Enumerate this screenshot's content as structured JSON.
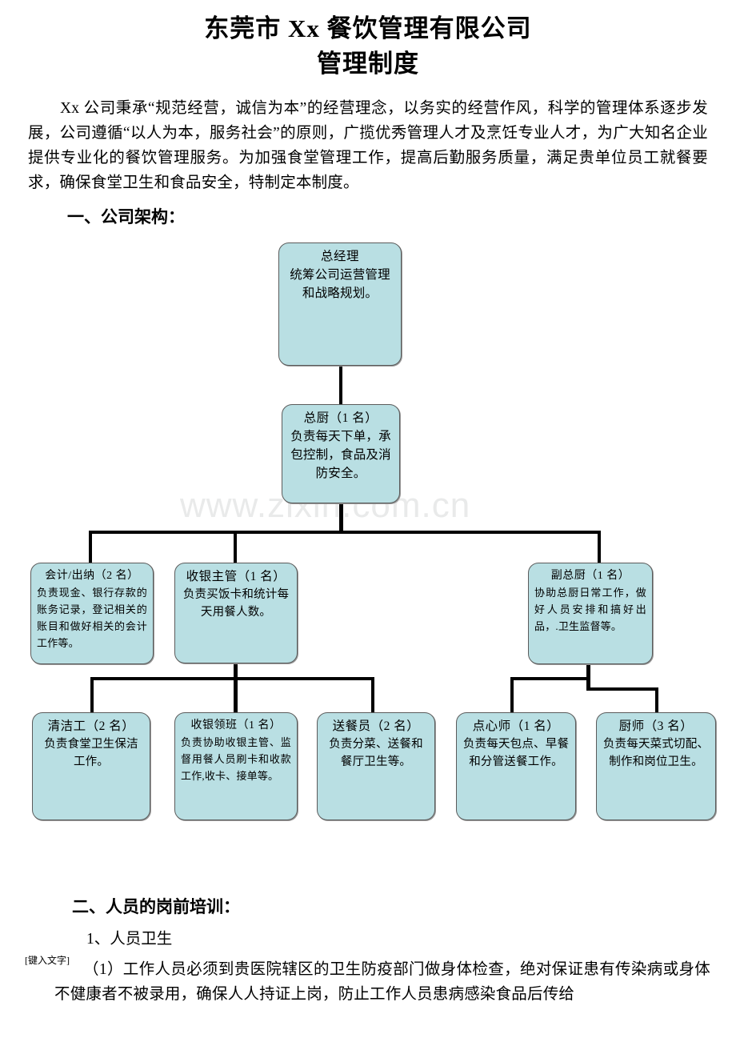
{
  "document": {
    "title_lines": [
      "东莞市 Xx 餐饮管理有限公司",
      "管理制度"
    ],
    "intro_paragraph": "Xx 公司秉承“规范经营，诚信为本”的经营理念，以务实的经营作风，科学的管理体系逐步发展，公司遵循“以人为本，服务社会”的原则，广揽优秀管理人才及烹饪专业人才，为广大知名企业提供专业化的餐饮管理服务。为加强食堂管理工作，提高后勤服务质量，满足贵单位员工就餐要求，确保食堂卫生和食品安全，特制定本制度。",
    "section_1_heading": "一、公司架构：",
    "section_2_heading": "二、人员的岗前培训：",
    "section_2_sub_1": "1、人员卫生",
    "typed_text_marker": "[键入文字]",
    "clause_1": "（1）工作人员必须到贵医院辖区的卫生防疫部门做身体检查，绝对保证患有传染病或身体不健康者不被录用，确保人人持证上岗，防止工作人员患病感染食品后传给",
    "watermark": "www.zixin.com.cn"
  },
  "colors": {
    "node_fill": "#b9dfe3",
    "node_border": "#5b5b5b",
    "connector": "#000000",
    "watermark": "#e9eaea",
    "page_background": "#ffffff",
    "text": "#000000"
  },
  "org_chart": {
    "type": "diagram",
    "nodes": [
      {
        "id": "general-manager",
        "title": "总经理",
        "desc": "统筹公司运营管理和战略规划。",
        "level": 0
      },
      {
        "id": "head-chef",
        "title": "总厨（1 名）",
        "desc": "负责每天下单，承包控制，食品及消防安全。",
        "level": 1
      },
      {
        "id": "accountant-cashier",
        "title": "会计/出纳（2 名）",
        "desc": "负责现金、银行存款的账务记录，登记相关的账目和做好相关的会计工作等。",
        "level": 2
      },
      {
        "id": "cashier-supervisor",
        "title": "收银主管（1 名）",
        "desc": "负责买饭卡和统计每天用餐人数。",
        "level": 2
      },
      {
        "id": "deputy-head-chef",
        "title": "副总厨（1 名）",
        "desc": "协助总厨日常工作，做好人员安排和搞好出品，.卫生监督等。",
        "level": 2
      },
      {
        "id": "cleaner",
        "title": "清洁工（2 名）",
        "desc": "负责食堂卫生保洁工作。",
        "level": 3
      },
      {
        "id": "cashier-leader",
        "title": "收银领班（1 名）",
        "desc": "负责协助收银主管、监督用餐人员刷卡和收款工作,收卡、接单等。",
        "level": 3
      },
      {
        "id": "food-deliverer",
        "title": "送餐员（2 名）",
        "desc": "负责分菜、送餐和餐厅卫生等。",
        "level": 3
      },
      {
        "id": "pastry-chef",
        "title": "点心师（1 名）",
        "desc": "负责每天包点、早餐和分管送餐工作。",
        "level": 3
      },
      {
        "id": "cook",
        "title": "厨师（3 名）",
        "desc": "负责每天菜式切配、制作和岗位卫生。",
        "level": 3
      }
    ],
    "edges": [
      {
        "from": "general-manager",
        "to": "head-chef"
      },
      {
        "from": "head-chef",
        "to": "accountant-cashier"
      },
      {
        "from": "head-chef",
        "to": "cashier-supervisor"
      },
      {
        "from": "head-chef",
        "to": "deputy-head-chef"
      },
      {
        "from": "cashier-supervisor",
        "to": "cleaner"
      },
      {
        "from": "cashier-supervisor",
        "to": "cashier-leader"
      },
      {
        "from": "cashier-supervisor",
        "to": "food-deliverer"
      },
      {
        "from": "deputy-head-chef",
        "to": "pastry-chef"
      },
      {
        "from": "deputy-head-chef",
        "to": "cook"
      }
    ]
  }
}
